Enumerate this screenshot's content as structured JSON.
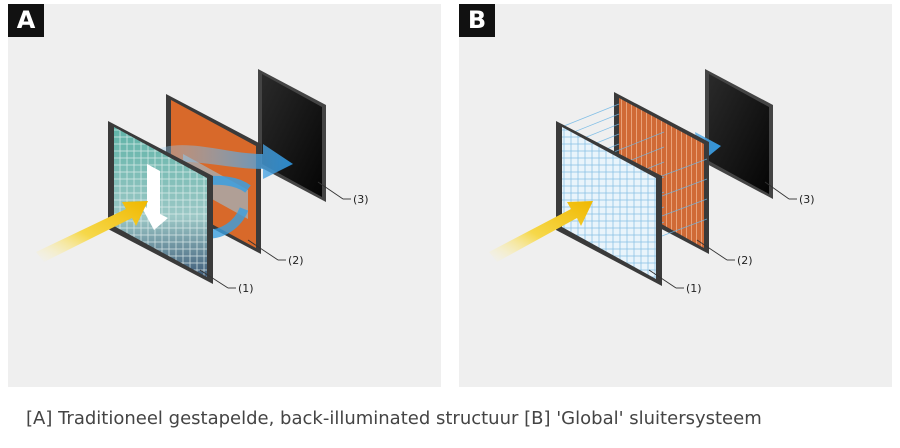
{
  "panels": [
    {
      "badge": "A",
      "labels": [
        "(1)",
        "(2)",
        "(3)"
      ]
    },
    {
      "badge": "B",
      "labels": [
        "(1)",
        "(2)",
        "(3)"
      ]
    }
  ],
  "caption": "[A] Traditioneel gestapelde, back-illuminated structuur [B] 'Global' sluitersysteem",
  "colors": {
    "panel_bg": "#efefef",
    "light_arrow": "#f2c21b",
    "flow_arrow": "#3b9fe0",
    "orange_layer": "#d8692a",
    "dark_layer": "#111111",
    "frame": "#3a3a3a"
  },
  "icons": [
    "light-arrow-icon",
    "signal-flow-arrow-icon"
  ]
}
